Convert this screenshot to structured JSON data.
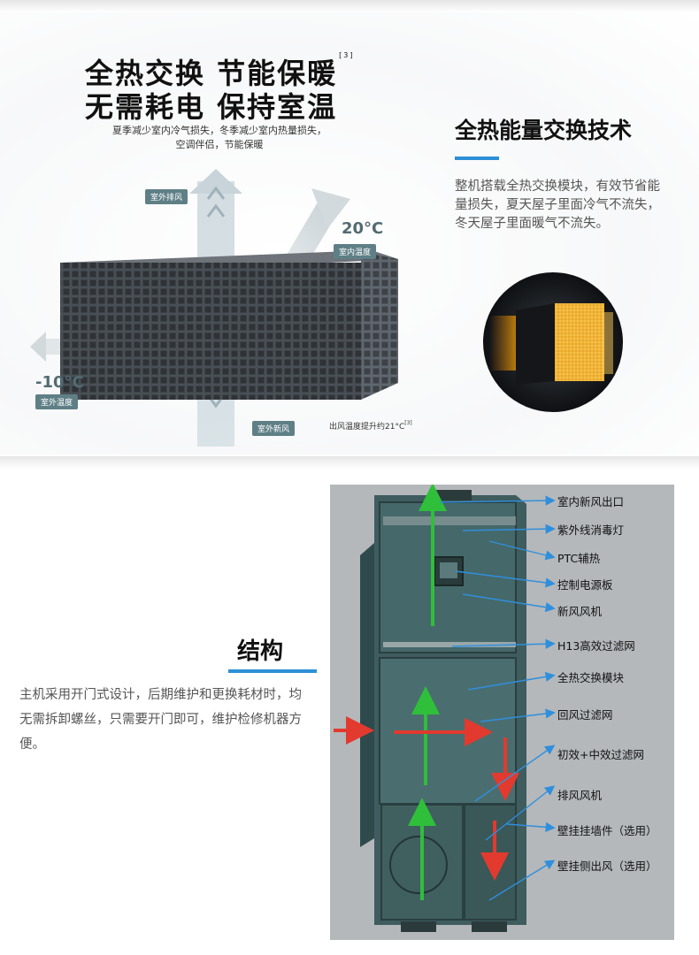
{
  "section1": {
    "headline_line1": "全热交换  节能保暖",
    "headline_sup": "[3]",
    "headline_line2": "无需耗电  保持室温",
    "subnote_line1": "夏季减少室内冷气损失，冬季减少室内热量损失，",
    "subnote_line2": "空调伴侣，节能保暖",
    "tag_outdoor_exhaust": "室外排风",
    "temp_indoor_value": "20°C",
    "tag_indoor_temp": "室内温度",
    "temp_outdoor_value": "-10°C",
    "tag_outdoor_temp": "室外温度",
    "tag_outdoor_fresh": "室外新风",
    "caption_air_temp": "出风温度提升约21°C",
    "caption_sup": "[3]"
  },
  "tech": {
    "title": "全热能量交换技术",
    "description": "整机搭载全热交换模块，有效节省能量损失，夏天屋子里面冷气不流失，冬天屋子里面暖气不流失。"
  },
  "structure": {
    "title": "结构",
    "description": "主机采用开门式设计，后期维护和更换耗材时，均无需拆卸螺丝，只需要开门即可，维护检修机器方便。",
    "labels": [
      "室内新风出口",
      "紫外线消毒灯",
      "PTC辅热",
      "控制电源板",
      "新风风机",
      "H13高效过滤网",
      "全热交换模块",
      "回风过滤网",
      "初效+中效过滤网",
      "排风风机",
      "壁挂挂墙件（选用）",
      "壁挂侧出风（选用）"
    ]
  },
  "colors": {
    "accent_blue": "#2d8fd6",
    "tag_bg": "#5f7f86",
    "fresh_air_arrow": "#2fbf3a",
    "exhaust_arrow": "#e23a2e",
    "label_arrow": "#2f8fdc",
    "unit_body": "#3f5c5e"
  },
  "icons": [
    "airflow-arrow-icon",
    "core-module-icon"
  ]
}
